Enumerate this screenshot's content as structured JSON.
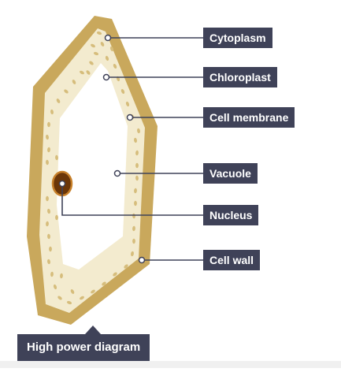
{
  "diagram": {
    "labels": {
      "cytoplasm": "Cytoplasm",
      "chloroplast": "Chloroplast",
      "cell_membrane": "Cell membrane",
      "vacuole": "Vacuole",
      "nucleus": "Nucleus",
      "cell_wall": "Cell wall"
    },
    "caption": "High power diagram"
  },
  "colors": {
    "cell_wall": "#c9a85c",
    "cytoplasm": "#f3ebcf",
    "chloroplast": "#d6bd7c",
    "vacuole": "#ffffff",
    "nucleus": "#6b3608",
    "nucleus_rim": "#c7802a",
    "label_background": "#3f4258",
    "label_text": "#ffffff"
  }
}
